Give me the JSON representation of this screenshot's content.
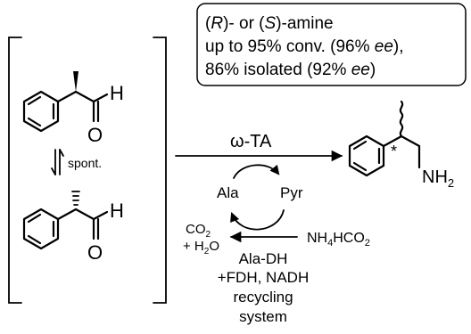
{
  "note_box": {
    "line1": {
      "italic_r": "R",
      "mid": ")- or (",
      "italic_s": "S",
      "tail": ")-amine",
      "open_paren": "("
    },
    "line2": {
      "pre": "up to 95% conv. (96% ",
      "italic": "ee",
      "post": "),"
    },
    "line3": {
      "pre": "86% isolated (92% ",
      "italic": "ee",
      "post": ")"
    }
  },
  "equilibrium": {
    "label": "spont."
  },
  "aldehyde_top": {
    "h_label": "H",
    "o_label": "O"
  },
  "aldehyde_bottom": {
    "h_label": "H",
    "o_label": "O"
  },
  "main_arrow": {
    "enzyme": "ω-TA"
  },
  "cycle": {
    "left": "Ala",
    "right": "Pyr"
  },
  "recycling": {
    "co2": "CO",
    "co2_sub": "2",
    "h2o_pre": "+ H",
    "h2o_sub": "2",
    "h2o_post": "O",
    "nh4_pre": "NH",
    "nh4_sub": "4",
    "nh4_post": "HCO",
    "nh4_sub2": "2",
    "enzyme_line1": "Ala-DH",
    "enzyme_line2": "+FDH, NADH",
    "enzyme_line3": "recycling",
    "enzyme_line4": "system"
  },
  "product": {
    "amine_pre": "NH",
    "amine_sub": "2",
    "stereo_mark": "*"
  }
}
